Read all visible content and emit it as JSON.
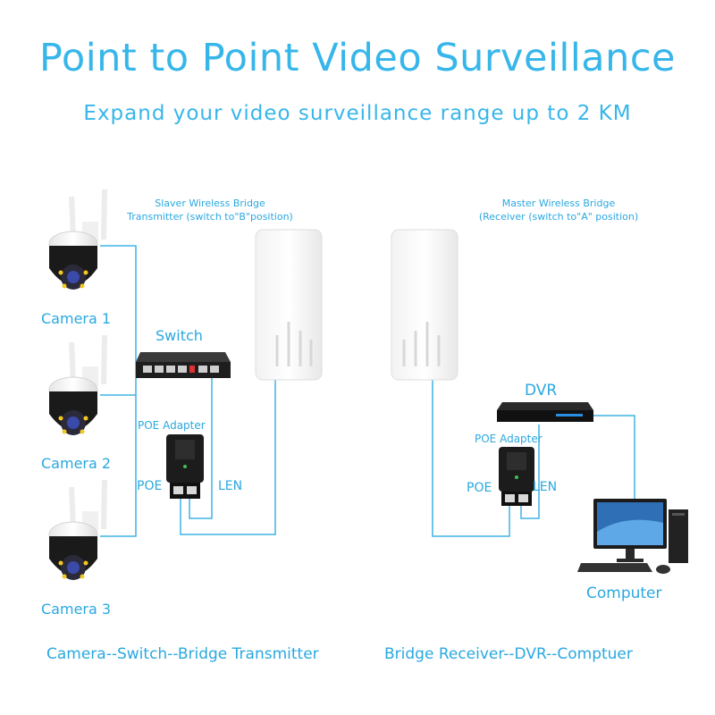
{
  "title": "Point to Point Video Surveillance",
  "subtitle": "Expand your video surveillance range up to 2 KM",
  "transmitter": {
    "line1": "Slaver Wireless Bridge",
    "line2": "Transmitter (switch to\"B\"position)"
  },
  "receiver": {
    "line1": "Master Wireless Bridge",
    "line2": "(Receiver (switch to\"A\" position)"
  },
  "cameras": [
    "Camera 1",
    "Camera 2",
    "Camera 3"
  ],
  "switch_label": "Switch",
  "poe_left": {
    "title": "POE Adapter",
    "poe": "POE",
    "len": "LEN"
  },
  "poe_right": {
    "title": "POE Adapter",
    "poe": "POE",
    "len": "LEN"
  },
  "dvr_label": "DVR",
  "computer_label": "Computer",
  "footer_left": "Camera--Switch--Bridge Transmitter",
  "footer_right": "Bridge Receiver--DVR--Comptuer",
  "colors": {
    "accent": "#37b6ea",
    "line": "#3fb3e3"
  }
}
